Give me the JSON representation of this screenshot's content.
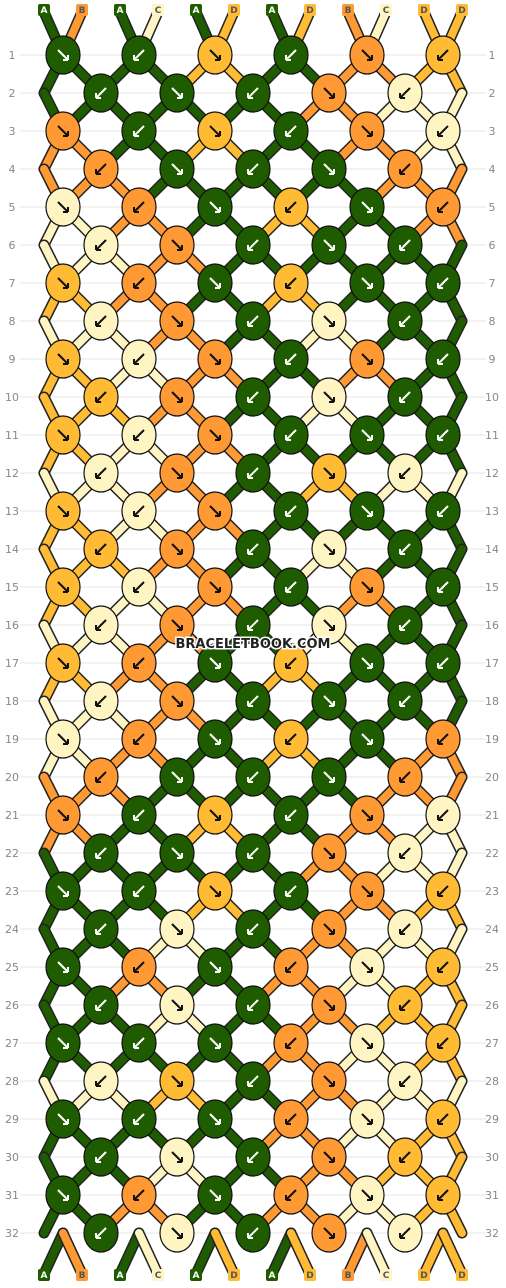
{
  "watermark": "BRACELETBOOK.COM",
  "colors": {
    "A": "#1f5c00",
    "B": "#ff9933",
    "C": "#fff5c2",
    "D": "#ffbb33"
  },
  "strands_top": [
    "A",
    "B",
    "A",
    "C",
    "A",
    "D",
    "A",
    "D",
    "B",
    "C",
    "D",
    "D"
  ],
  "strands_bottom": [
    "A",
    "B",
    "A",
    "C",
    "A",
    "D",
    "A",
    "D",
    "B",
    "C",
    "D",
    "D"
  ],
  "row_count": 32,
  "knots": [
    [
      "A",
      "A",
      "D",
      "A",
      "B",
      "D"
    ],
    [
      "A",
      "A",
      "A",
      "B",
      "C"
    ],
    [
      "B",
      "A",
      "D",
      "A",
      "B",
      "C"
    ],
    [
      "B",
      "A",
      "A",
      "A",
      "B"
    ],
    [
      "C",
      "B",
      "A",
      "D",
      "A",
      "B"
    ],
    [
      "C",
      "B",
      "A",
      "A",
      "A"
    ],
    [
      "D",
      "B",
      "A",
      "D",
      "A",
      "A"
    ],
    [
      "C",
      "B",
      "A",
      "C",
      "A"
    ],
    [
      "D",
      "C",
      "B",
      "A",
      "B",
      "A"
    ],
    [
      "D",
      "B",
      "A",
      "C",
      "A"
    ],
    [
      "D",
      "C",
      "B",
      "A",
      "A",
      "A"
    ],
    [
      "C",
      "B",
      "A",
      "D",
      "C"
    ],
    [
      "D",
      "C",
      "B",
      "A",
      "A",
      "A"
    ],
    [
      "D",
      "B",
      "A",
      "C",
      "A"
    ],
    [
      "D",
      "C",
      "B",
      "A",
      "B",
      "A"
    ],
    [
      "C",
      "B",
      "A",
      "C",
      "A"
    ],
    [
      "D",
      "B",
      "A",
      "D",
      "A",
      "A"
    ],
    [
      "C",
      "B",
      "A",
      "A",
      "A"
    ],
    [
      "C",
      "B",
      "A",
      "D",
      "A",
      "B"
    ],
    [
      "B",
      "A",
      "A",
      "A",
      "B"
    ],
    [
      "B",
      "A",
      "D",
      "A",
      "B",
      "C"
    ],
    [
      "A",
      "A",
      "A",
      "B",
      "C"
    ],
    [
      "A",
      "A",
      "D",
      "A",
      "B",
      "D"
    ],
    [
      "A",
      "C",
      "A",
      "B",
      "C"
    ],
    [
      "A",
      "B",
      "A",
      "B",
      "C",
      "D"
    ],
    [
      "A",
      "C",
      "A",
      "B",
      "D"
    ],
    [
      "A",
      "A",
      "A",
      "B",
      "C",
      "D"
    ],
    [
      "C",
      "D",
      "A",
      "B",
      "C"
    ],
    [
      "A",
      "A",
      "A",
      "B",
      "C",
      "D"
    ],
    [
      "A",
      "C",
      "A",
      "B",
      "D"
    ],
    [
      "A",
      "B",
      "A",
      "B",
      "C",
      "D"
    ],
    [
      "A",
      "C",
      "A",
      "B",
      "C"
    ]
  ]
}
